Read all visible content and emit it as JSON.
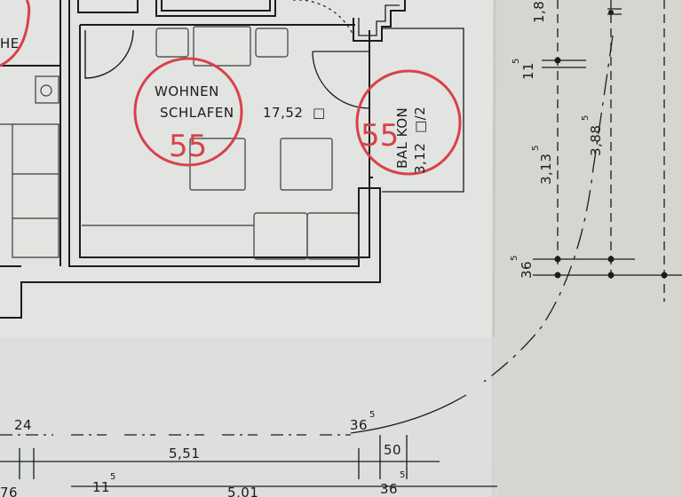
{
  "colors": {
    "paper": "#e3e5e2",
    "paper_right": "#dad9d3",
    "ink": "#1b1c1c",
    "stamp_red": "#d8424a"
  },
  "rooms": {
    "living": {
      "line1": "WOHNEN",
      "line2": "SCHLAFEN",
      "area": "17,52",
      "unit": "□"
    },
    "balcony": {
      "line1": "BAL KON",
      "area": "3,12",
      "unit": "□/2"
    },
    "partial_left": "HE"
  },
  "stamps": {
    "living": "55",
    "balcony": "55"
  },
  "dimensions": {
    "bottom_24": "24",
    "bottom_551": "5,51",
    "bottom_365": "36",
    "bottom_365_sup": "5",
    "bottom_50": "50",
    "bottom_365b": "36",
    "bottom_365b_sup": "5",
    "bottom_115": "11",
    "bottom_115_sup": "5",
    "bottom_501": "5,01",
    "bottom_76": "76",
    "right_115": "11",
    "right_115_sup": "5",
    "right_313": "3,13",
    "right_313_sup": "5",
    "right_388": "3,88",
    "right_388_sup": "5",
    "right_365": "36",
    "right_365_sup": "5",
    "right_18": "1,8"
  }
}
